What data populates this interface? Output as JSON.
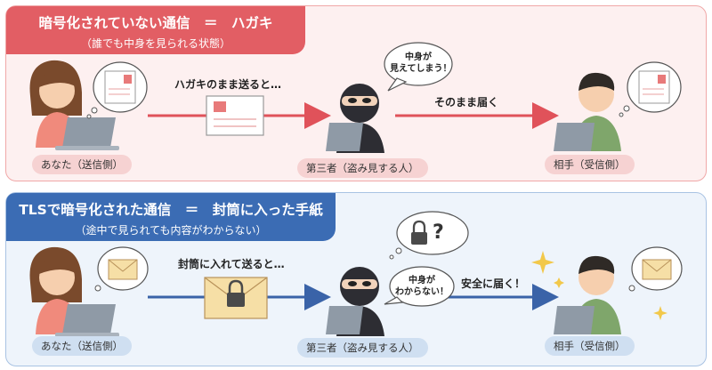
{
  "top": {
    "title": "暗号化されていない通信　＝　ハガキ",
    "subtitle": "（誰でも中身を見られる状態）",
    "you_label": "あなた（送信側）",
    "third_label": "第三者（盗み見する人）",
    "recipient_label": "相手（受信側）",
    "send_text": "ハガキのまま送ると…",
    "deliver_text": "そのまま届く",
    "bubble_line1": "中身が",
    "bubble_line2": "見えてしまう！"
  },
  "bottom": {
    "title": "TLSで暗号化された通信　＝　封筒に入った手紙",
    "subtitle": "（途中で見られても内容がわからない）",
    "you_label": "あなた（送信側）",
    "third_label": "第三者（盗み見する人）",
    "recipient_label": "相手（受信側）",
    "send_text": "封筒に入れて送ると…",
    "deliver_text": "安全に届く！",
    "bubble_line1": "中身が",
    "bubble_line2": "わからない！",
    "thought_mark": "?"
  },
  "colors": {
    "top_accent": "#e25e64",
    "bottom_accent": "#3b6cb4",
    "top_arrow": "#e0525a",
    "bottom_arrow": "#3a63a8"
  },
  "icons": [
    "postcard-icon",
    "envelope-icon",
    "padlock-icon",
    "laptop-icon",
    "sparkle-icon"
  ]
}
